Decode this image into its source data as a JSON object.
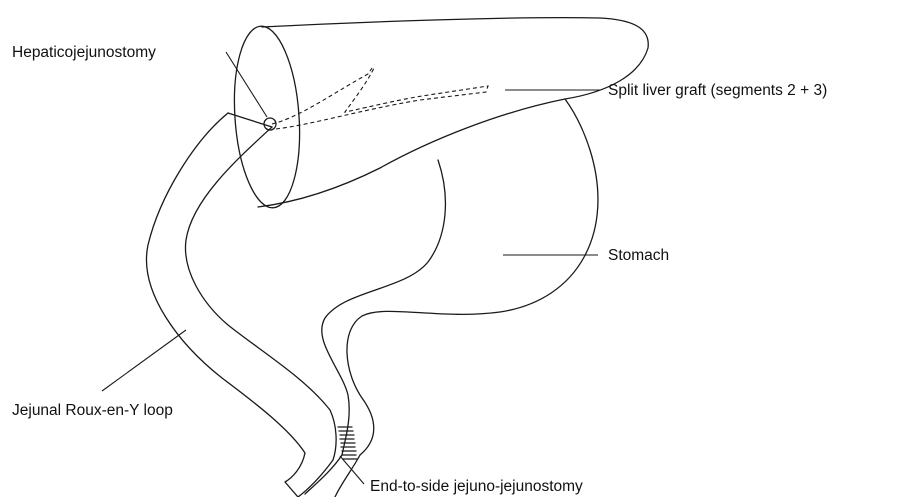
{
  "labels": {
    "hepaticojejunostomy": "Hepaticojejunostomy",
    "split_liver_graft": "Split liver graft (segments 2 + 3)",
    "stomach": "Stomach",
    "roux_loop": "Jejunal Roux-en-Y loop",
    "jejunojejunostomy": "End-to-side jejuno-jejunostomy"
  }
}
